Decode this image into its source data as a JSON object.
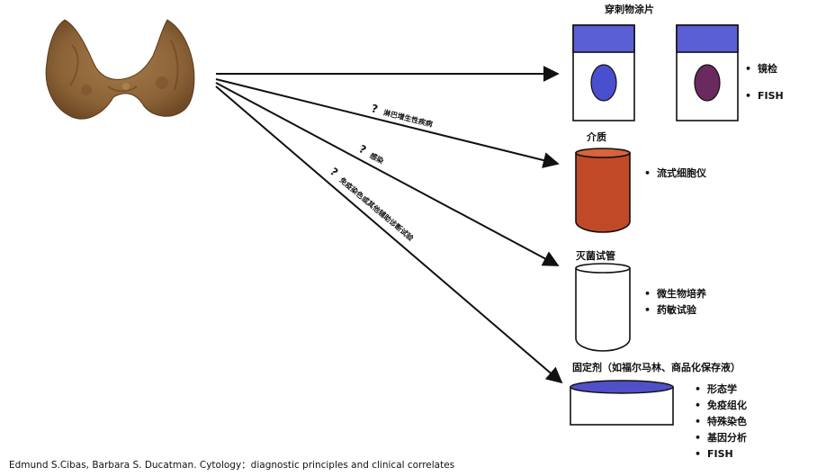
{
  "source": {
    "thyroid": "thyroid-gland-illustration"
  },
  "paths": [
    {
      "q": "?",
      "label": "淋巴增生性疾病"
    },
    {
      "q": "?",
      "label": "感染"
    },
    {
      "q": "?",
      "label": "免疫染色或其他辅助诊断试验"
    }
  ],
  "containers": [
    {
      "kind": "slides",
      "title": "穿刺物涂片",
      "bullets": [
        "镜检",
        "FISH"
      ],
      "colors": {
        "frost": "#5b5fd6",
        "smear_blue": "#4a4fcf",
        "smear_purple": "#6a2a60"
      }
    },
    {
      "kind": "medium-tube",
      "title": "介质",
      "bullets": [
        "流式细胞仪"
      ],
      "colors": {
        "fluid": "#c04a28"
      }
    },
    {
      "kind": "sterile-tube",
      "title": "灭菌试管",
      "bullets": [
        "微生物培养",
        "药敏试验"
      ]
    },
    {
      "kind": "fixative-jar",
      "title": "固定剂（如福尔马林、商品化保存液）",
      "bullets": [
        "形态学",
        "免疫组化",
        "特殊染色",
        "基因分析",
        "FISH"
      ],
      "colors": {
        "lid": "#5050c8"
      }
    }
  ],
  "citation": "Edmund S.Cibas, Barbara S. Ducatman. Cytology：diagnostic principles and clinical correlates"
}
